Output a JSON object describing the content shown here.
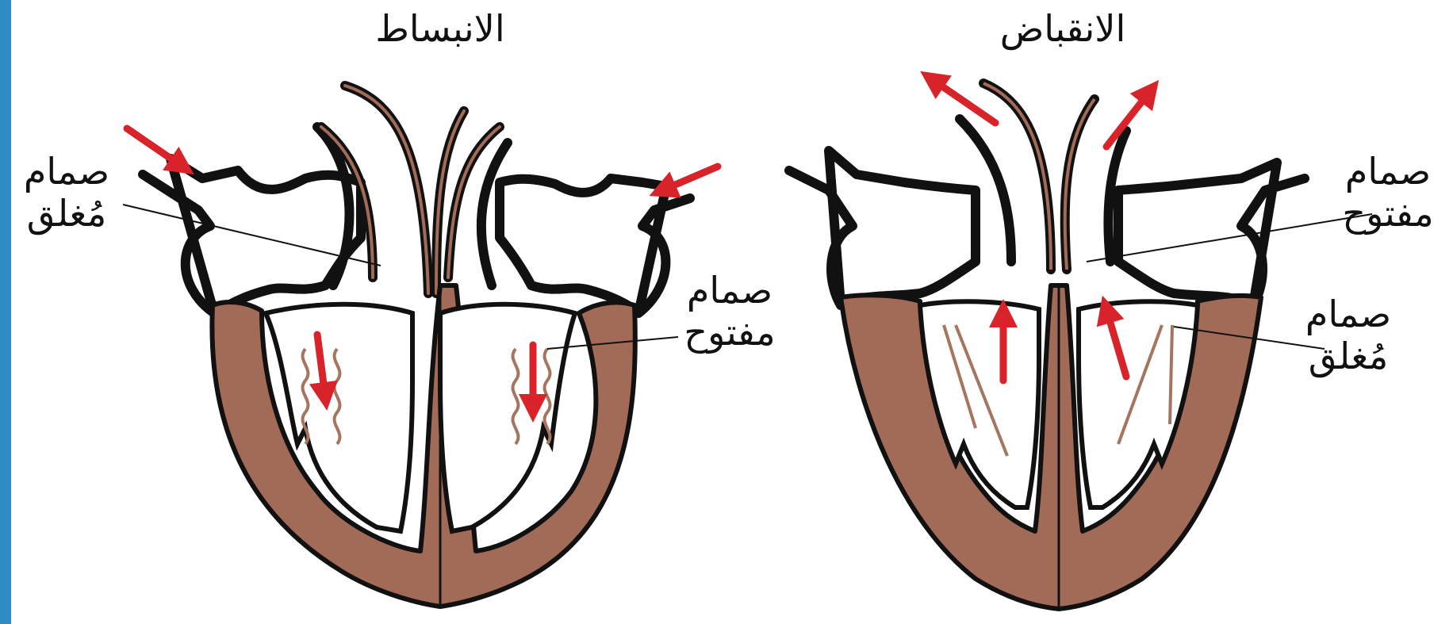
{
  "colors": {
    "muscle": "#a16b58",
    "outline": "#111111",
    "arrow": "#d8232a",
    "chord": "#a57560",
    "left_bar": "#2f8bc4"
  },
  "diastole": {
    "title": "الانبساط",
    "closed_valve_line1": "صمام",
    "closed_valve_line2": "مُغلق",
    "open_valve_line1": "صمام",
    "open_valve_line2": "مفتوح"
  },
  "systole": {
    "title": "الانقباض",
    "open_valve_line1": "صمام",
    "open_valve_line2": "مفتوح",
    "closed_valve_line1": "صمام",
    "closed_valve_line2": "مُغلق"
  }
}
